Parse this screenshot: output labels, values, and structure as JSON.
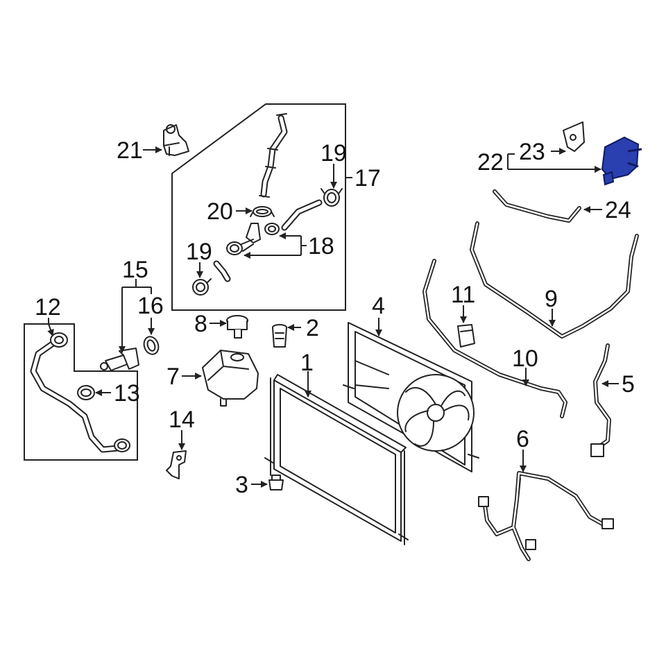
{
  "callouts": {
    "c1": "1",
    "c2": "2",
    "c3": "3",
    "c4": "4",
    "c5": "5",
    "c6": "6",
    "c7": "7",
    "c8": "8",
    "c9": "9",
    "c10": "10",
    "c11": "11",
    "c12": "12",
    "c13": "13",
    "c14": "14",
    "c15": "15",
    "c16": "16",
    "c17": "17",
    "c18": "18",
    "c19a": "19",
    "c19b": "19",
    "c20": "20",
    "c21": "21",
    "c22": "22",
    "c23": "23",
    "c24": "24"
  },
  "colors": {
    "line": "#222222",
    "highlight_part": "#2a3fb0",
    "background": "#ffffff"
  }
}
